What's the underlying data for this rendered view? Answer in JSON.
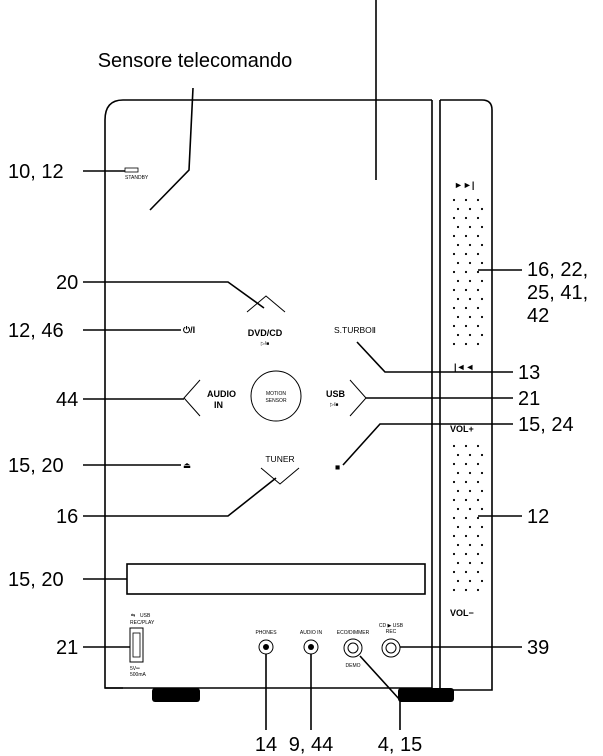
{
  "title": "Sensore telecomando",
  "device": {
    "standby_label": "STANDBY",
    "power_label": "⏻/I",
    "dvdcd_label": "DVD/CD",
    "dvdcd_sub": "▷/■",
    "sturbo_label": "S.TURBOⅡ",
    "audio_label": "AUDIO",
    "audio_label2": "IN",
    "motion_label": "MOTION",
    "motion_label2": "SENSOR",
    "usb_label": "USB",
    "usb_sub": "▷/■",
    "eject_label": "⏏",
    "stop_label": "■",
    "tuner_label": "TUNER",
    "next_label": "►►|",
    "prev_label": "|◄◄",
    "volup_label": "VOL+",
    "voldown_label": "VOL−",
    "usbport_label": "USB",
    "usbport_sub": "REC/PLAY",
    "usbport_power": "5V═",
    "usbport_power2": "500mA",
    "phones_label": "PHONES",
    "audioin_label": "AUDIO IN",
    "eco_label": "ECO/DIMMER",
    "demo_label": "DEMO",
    "cdusb_label": "CD ▶ USB",
    "cdusb_sub": "REC"
  },
  "callouts": {
    "standby": "10, 12",
    "dvdcd": "20",
    "power": "12, 46",
    "audio": "44",
    "eject": "15, 20",
    "tuner": "16",
    "disc": "15, 20",
    "usbport": "21",
    "skip_a": "16, 22,",
    "skip_b": "25, 41,",
    "skip_c": "42",
    "sturbo": "13",
    "usb": "21",
    "stop": "15, 24",
    "volume": "12",
    "cdusb": "39",
    "phones": "14",
    "audioin": "9, 44",
    "eco": "4, 15"
  }
}
